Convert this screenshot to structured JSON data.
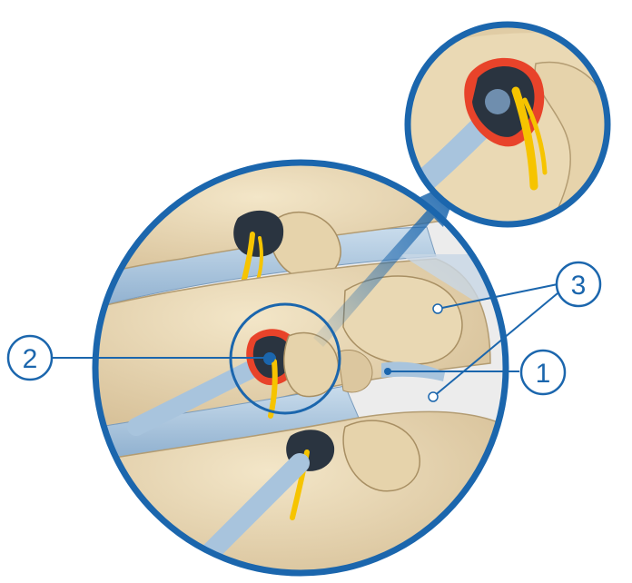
{
  "figure": {
    "callouts": [
      {
        "id": "callout-1",
        "text": "1"
      },
      {
        "id": "callout-2",
        "text": "2"
      },
      {
        "id": "callout-3",
        "text": "3"
      }
    ]
  },
  "colors": {
    "ring": "#1b66ad",
    "bone": "#e8d7b2",
    "bone_shadow": "#c9b48b",
    "disc": "#a8c4dd",
    "nerve": "#f6c400",
    "inflammation": "#e8432a",
    "background": "#f1f1f1"
  }
}
